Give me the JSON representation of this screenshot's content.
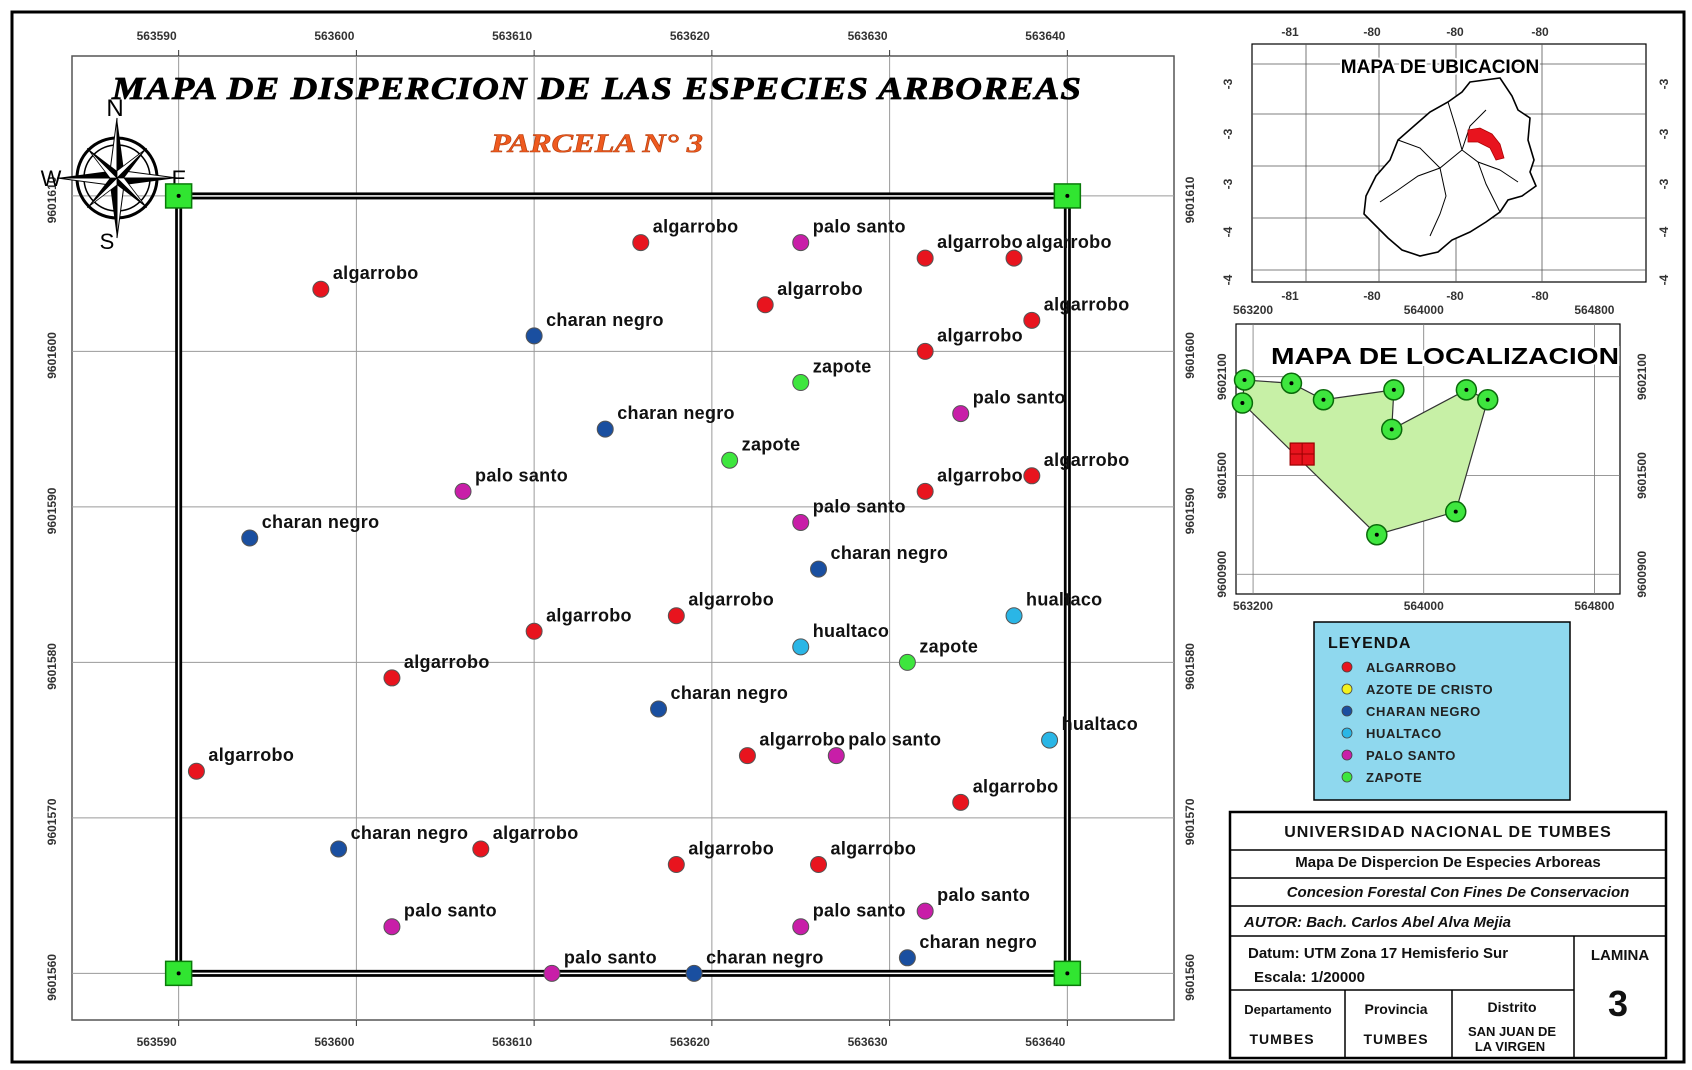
{
  "main_map": {
    "title": "MAPA DE DISPERCION DE LAS ESPECIES ARBOREAS",
    "subtitle": "PARCELA N° 3",
    "compass": {
      "n": "N",
      "s": "S",
      "e": "E",
      "w": "W"
    },
    "x_ticks": [
      "563590",
      "563600",
      "563610",
      "563620",
      "563630",
      "563640"
    ],
    "x_values": [
      563590,
      563600,
      563610,
      563620,
      563630,
      563640
    ],
    "y_ticks": [
      "9601610",
      "9601600",
      "9601590",
      "9601580",
      "9601570",
      "9601560"
    ],
    "y_values": [
      9601610,
      9601600,
      9601590,
      9601580,
      9601570,
      9601560
    ],
    "x_range": [
      563584,
      563646
    ],
    "y_range": [
      9601557,
      9601619
    ],
    "corners": [
      [
        563590,
        9601610
      ],
      [
        563640,
        9601610
      ],
      [
        563590,
        9601560
      ],
      [
        563640,
        9601560
      ]
    ],
    "trees": [
      {
        "x": 563616.0,
        "y": 9601607,
        "species": "algarrobo",
        "label": "algarrobo"
      },
      {
        "x": 563625.0,
        "y": 9601607,
        "species": "palo santo",
        "label": "palo santo"
      },
      {
        "x": 563632.0,
        "y": 9601606,
        "species": "algarrobo",
        "label": "algarrobo"
      },
      {
        "x": 563637.0,
        "y": 9601606,
        "species": "algarrobo",
        "label": "algarrobo"
      },
      {
        "x": 563598.0,
        "y": 9601604,
        "species": "algarrobo",
        "label": "algarrobo"
      },
      {
        "x": 563623.0,
        "y": 9601603,
        "species": "algarrobo",
        "label": "algarrobo"
      },
      {
        "x": 563638.0,
        "y": 9601602,
        "species": "algarrobo",
        "label": "algarrobo"
      },
      {
        "x": 563610.0,
        "y": 9601601,
        "species": "charan negro",
        "label": "charan negro"
      },
      {
        "x": 563632.0,
        "y": 9601600,
        "species": "algarrobo",
        "label": "algarrobo"
      },
      {
        "x": 563625.0,
        "y": 9601598,
        "species": "zapote",
        "label": "zapote"
      },
      {
        "x": 563634.0,
        "y": 9601596,
        "species": "palo santo",
        "label": "palo santo"
      },
      {
        "x": 563614.0,
        "y": 9601595,
        "species": "charan negro",
        "label": "charan negro"
      },
      {
        "x": 563621.0,
        "y": 9601593,
        "species": "zapote",
        "label": "zapote"
      },
      {
        "x": 563638.0,
        "y": 9601592,
        "species": "algarrobo",
        "label": "algarrobo"
      },
      {
        "x": 563632.0,
        "y": 9601591,
        "species": "algarrobo",
        "label": "algarrobo"
      },
      {
        "x": 563606.0,
        "y": 9601591,
        "species": "palo santo",
        "label": "palo santo"
      },
      {
        "x": 563625.0,
        "y": 9601589,
        "species": "palo santo",
        "label": "palo santo"
      },
      {
        "x": 563594.0,
        "y": 9601588,
        "species": "charan negro",
        "label": "charan negro"
      },
      {
        "x": 563626.0,
        "y": 9601586,
        "species": "charan negro",
        "label": "charan negro"
      },
      {
        "x": 563618.0,
        "y": 9601583,
        "species": "algarrobo",
        "label": "algarrobo"
      },
      {
        "x": 563637.0,
        "y": 9601583,
        "species": "hualtaco",
        "label": "hualtaco"
      },
      {
        "x": 563610.0,
        "y": 9601582,
        "species": "algarrobo",
        "label": "algarrobo"
      },
      {
        "x": 563625.0,
        "y": 9601581,
        "species": "hualtaco",
        "label": "hualtaco"
      },
      {
        "x": 563631.0,
        "y": 9601580,
        "species": "zapote",
        "label": "zapote"
      },
      {
        "x": 563602.0,
        "y": 9601579,
        "species": "algarrobo",
        "label": "algarrobo"
      },
      {
        "x": 563617.0,
        "y": 9601577,
        "species": "charan negro",
        "label": "charan negro"
      },
      {
        "x": 563639.0,
        "y": 9601575,
        "species": "hualtaco",
        "label": "hualtaco"
      },
      {
        "x": 563622.0,
        "y": 9601574,
        "species": "algarrobo",
        "label": "algarrobo"
      },
      {
        "x": 563627.0,
        "y": 9601574,
        "species": "palo santo",
        "label": "palo santo"
      },
      {
        "x": 563591.0,
        "y": 9601573,
        "species": "algarrobo",
        "label": "algarrobo"
      },
      {
        "x": 563634.0,
        "y": 9601571,
        "species": "algarrobo",
        "label": "algarrobo"
      },
      {
        "x": 563599.0,
        "y": 9601568,
        "species": "charan negro",
        "label": "charan negro"
      },
      {
        "x": 563607.0,
        "y": 9601568,
        "species": "algarrobo",
        "label": "algarrobo"
      },
      {
        "x": 563618.0,
        "y": 9601567,
        "species": "algarrobo",
        "label": "algarrobo"
      },
      {
        "x": 563626.0,
        "y": 9601567,
        "species": "algarrobo",
        "label": "algarrobo"
      },
      {
        "x": 563632.0,
        "y": 9601564,
        "species": "palo santo",
        "label": "palo santo"
      },
      {
        "x": 563602.0,
        "y": 9601563,
        "species": "palo santo",
        "label": "palo santo"
      },
      {
        "x": 563625.0,
        "y": 9601563,
        "species": "palo santo",
        "label": "palo santo"
      },
      {
        "x": 563631.0,
        "y": 9601561,
        "species": "charan negro",
        "label": "charan negro"
      },
      {
        "x": 563611.0,
        "y": 9601560,
        "species": "palo santo",
        "label": "palo santo"
      },
      {
        "x": 563619.0,
        "y": 9601560,
        "species": "charan negro",
        "label": "charan negro"
      }
    ]
  },
  "species_colors": {
    "algarrobo": "#e8141e",
    "azote de cristo": "#f2f21e",
    "charan negro": "#1a4fa0",
    "hualtaco": "#2ab6e6",
    "palo santo": "#c81ea8",
    "zapote": "#3ee63e"
  },
  "ubicacion": {
    "title": "MAPA DE UBICACION",
    "x_ticks": [
      "-81",
      "-80",
      "-80",
      "-80"
    ],
    "y_ticks": [
      "-3",
      "-3",
      "-3",
      "-4",
      "-4"
    ]
  },
  "localizacion": {
    "title": "MAPA DE LOCALIZACION",
    "x_ticks": [
      "563200",
      "564000",
      "564800"
    ],
    "x_values": [
      563200,
      564000,
      564800
    ],
    "y_ticks": [
      "9602100",
      "9601500",
      "9600900"
    ],
    "y_values": [
      9602100,
      9601500,
      9600900
    ],
    "x_range": [
      563120,
      564920
    ],
    "y_range": [
      9600780,
      9602420
    ],
    "points": [
      [
        563160,
        9602080
      ],
      [
        563380,
        9602060
      ],
      [
        563530,
        9601960
      ],
      [
        563860,
        9602020
      ],
      [
        563850,
        9601780
      ],
      [
        564200,
        9602020
      ],
      [
        564300,
        9601960
      ],
      [
        564150,
        9601280
      ],
      [
        563780,
        9601140
      ],
      [
        563150,
        9601940
      ]
    ],
    "plot_location": [
      563430,
      9601630
    ]
  },
  "legend": {
    "title": "LEYENDA",
    "items": [
      {
        "label": "ALGARROBO",
        "species": "algarrobo"
      },
      {
        "label": "AZOTE DE CRISTO",
        "species": "azote de cristo"
      },
      {
        "label": "CHARAN NEGRO",
        "species": "charan negro"
      },
      {
        "label": "HUALTACO",
        "species": "hualtaco"
      },
      {
        "label": "PALO SANTO",
        "species": "palo santo"
      },
      {
        "label": "ZAPOTE",
        "species": "zapote"
      }
    ]
  },
  "title_block": {
    "university": "UNIVERSIDAD NACIONAL DE TUMBES",
    "map_title": "Mapa De Dispercion De Especies Arboreas",
    "project": "Concesion Forestal Con Fines De Conservacion",
    "author": "AUTOR:  Bach. Carlos Abel Alva Mejia",
    "datum": "Datum: UTM Zona 17 Hemisferio Sur",
    "scale": "Escala: 1/20000",
    "lamina_label": "LAMINA",
    "lamina_number": "3",
    "dept_label": "Departamento",
    "dept_value": "TUMBES",
    "prov_label": "Provincia",
    "prov_value": "TUMBES",
    "dist_label": "Distrito",
    "dist_value_1": "SAN JUAN DE",
    "dist_value_2": "LA VIRGEN"
  }
}
